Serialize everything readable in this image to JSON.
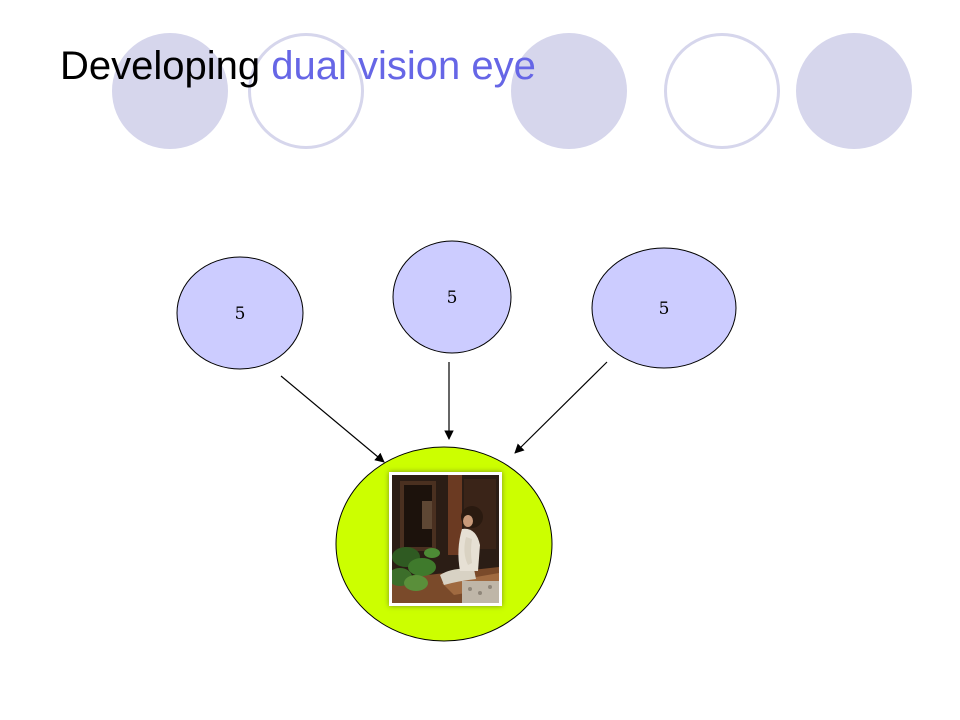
{
  "slide": {
    "title_plain": "Developing",
    "title_accent": "dual vision eye"
  },
  "colors": {
    "title_text": "#000000",
    "title_accent": "#6666e6",
    "decor_circle": "#d6d6ec",
    "node_fill": "#ccccff",
    "center_fill": "#ccff00",
    "arrow": "#000000"
  },
  "diagram": {
    "nodes": [
      {
        "id": "left",
        "label": "5"
      },
      {
        "id": "middle",
        "label": "5"
      },
      {
        "id": "right",
        "label": "5"
      }
    ],
    "edges": [
      {
        "from": "left",
        "to": "center"
      },
      {
        "from": "middle",
        "to": "center"
      },
      {
        "from": "right",
        "to": "center"
      }
    ],
    "center": {
      "image": "photo-of-woman-meditating-by-plants"
    }
  }
}
